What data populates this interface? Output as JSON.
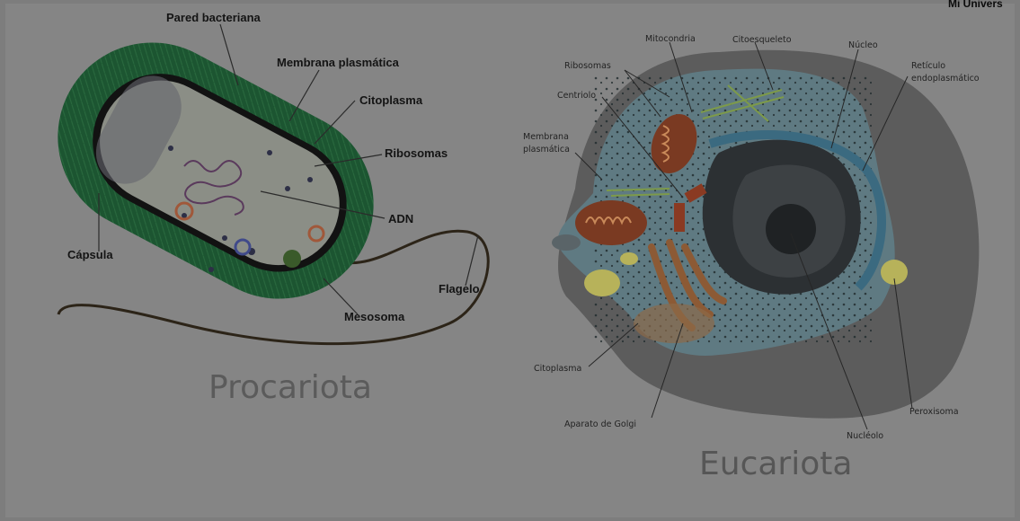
{
  "watermark": "Mi Univers",
  "prokaryote": {
    "title": "Procariota",
    "labels": {
      "wall": "Pared bacteriana",
      "membrane": "Membrana plasmática",
      "cytoplasm": "Citoplasma",
      "ribosomes": "Ribosomas",
      "dna": "ADN",
      "capsule": "Cápsula",
      "flagellum": "Flagelo",
      "mesosome": "Mesosoma"
    }
  },
  "eukaryote": {
    "title": "Eucariota",
    "labels": {
      "mitochondria": "Mitocondria",
      "cytoskeleton": "Citoesqueleto",
      "nucleus": "Núcleo",
      "er_line1": "Retículo",
      "er_line2": "endoplasmático",
      "ribosomes": "Ribosomas",
      "centriole": "Centriolo",
      "membrane_line1": "Membrana",
      "membrane_line2": "plasmática",
      "cytoplasm": "Citoplasma",
      "golgi": "Aparato de Golgi",
      "nucleolus": "Nucléolo",
      "peroxisome": "Peroxisoma"
    }
  },
  "colors": {
    "background": "#7d7d7d",
    "panel": "#8a8a8a",
    "capsule_green": "#174f2e",
    "cell_cytoplasm": "#8a8e86",
    "euk_cytoplasm": "#5f7a82",
    "nucleus": "#2c3033",
    "mitochondria": "#7a3a22",
    "golgi": "#8c5a35"
  }
}
